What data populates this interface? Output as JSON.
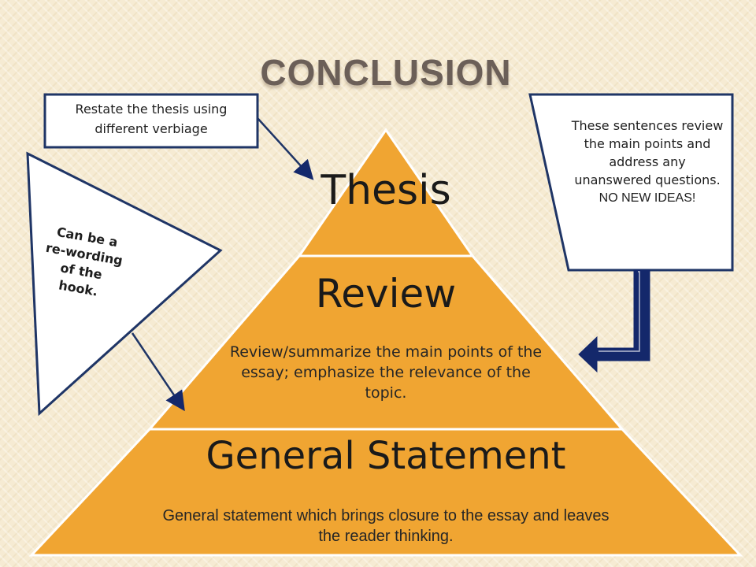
{
  "slide": {
    "title": "Conclusion"
  },
  "pyramid": {
    "thesis": {
      "heading": "Thesis"
    },
    "review": {
      "heading": "Review",
      "description": "Review/summarize the main points of the essay; emphasize the relevance of the topic."
    },
    "general_statement": {
      "heading": "General Statement",
      "description": "General statement which brings closure to the essay and leaves the reader thinking."
    }
  },
  "callouts": {
    "thesis_note": "Restate the thesis using different verbiage",
    "review_note": {
      "text": "These sentences review the main points and address any unanswered questions.",
      "warning": "NO NEW IDEAS!"
    },
    "hook_note": [
      "Can be a",
      "re-wording",
      "of the",
      "hook."
    ]
  },
  "colors": {
    "pyramid_fill": "#f0a532",
    "pyramid_stroke": "#ffffff",
    "callout_border": "#1f3566",
    "arrow_navy": "#14286b",
    "title_text": "#6b5f58",
    "background": "#f6ebd3"
  }
}
